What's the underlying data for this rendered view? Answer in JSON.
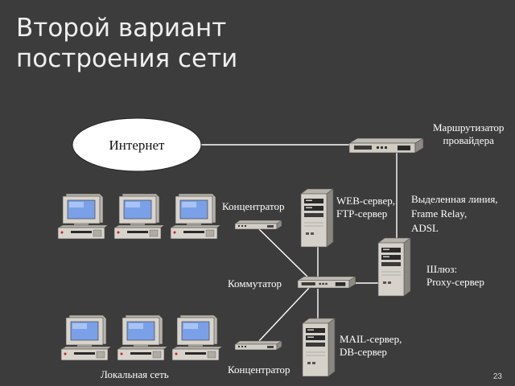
{
  "slide": {
    "title_lines": [
      "Второй вариант",
      "построения сети"
    ],
    "page_number": "23"
  },
  "diagram": {
    "nodes": {
      "internet": {
        "label": "Интернет"
      },
      "router": {
        "label_lines": [
          "Маршрутизатор",
          "провайдера"
        ]
      },
      "web_server": {
        "label_lines": [
          "WEB-сервер,",
          "FTP-сервер"
        ]
      },
      "gateway": {
        "label_lines": [
          "Шлюз:",
          "Proxy-сервер"
        ]
      },
      "mail_server": {
        "label_lines": [
          "MAIL-сервер,",
          "DB-сервер"
        ]
      },
      "hub_top": {
        "label": "Концентратор"
      },
      "switch": {
        "label": "Коммутатор"
      },
      "hub_bottom": {
        "label": "Концентратор"
      },
      "lan": {
        "label": "Локальная сеть"
      }
    },
    "links": {
      "leased_line": {
        "label_lines": [
          "Выделенная линия,",
          "Frame Relay,",
          "ADSL"
        ]
      }
    },
    "colors": {
      "background": "#3c3c3c",
      "line": "#ffffff",
      "device_body": "#d4d0c8",
      "monitor_screen": "#7aa0e8"
    }
  }
}
